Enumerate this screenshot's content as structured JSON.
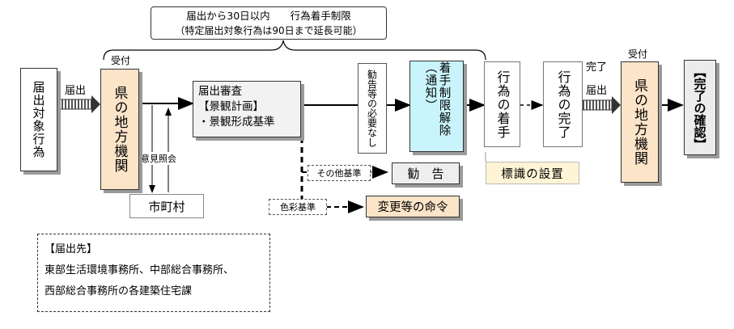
{
  "period": {
    "line1": "届出から30日以内　　行為着手制限",
    "line2": "（特定届出対象行為は90日まで延長可能）"
  },
  "labels": {
    "receive1": "受付",
    "receive2": "受付",
    "notify": "届出",
    "inquiry": "意見照会",
    "no_advice": "勧告等の必要なし",
    "completion": "完了",
    "completion_notify": "届出"
  },
  "boxes": {
    "subject": "届出対象行為",
    "pref_office1": "県の地方機関",
    "review_title": "届出審査",
    "review_plan": "【景観計画】",
    "review_standard": "・景観形成基準",
    "municipality": "市町村",
    "release": "着手制限解除（通知）",
    "start": "行為の着手",
    "complete": "行為の完了",
    "sign": "標識の設置",
    "pref_office2": "県の地方機関",
    "confirm": "【完了の確認】",
    "other_standard": "その他基準",
    "advice": "勧　告",
    "color_standard": "色彩基準",
    "order": "変更等の命令"
  },
  "destination": {
    "title": "【届出先】",
    "line1": "東部生活環境事務所、中部総合事務所、",
    "line2": "西部総合事務所の各建築住宅課"
  }
}
